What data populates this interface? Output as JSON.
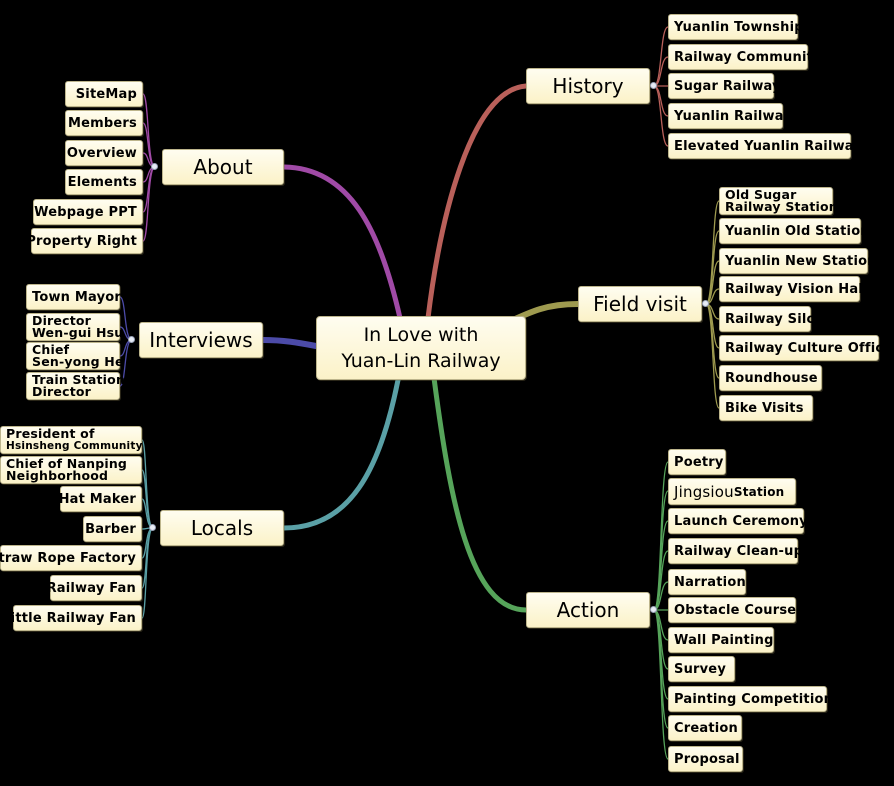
{
  "central": {
    "line1": "In Love with",
    "line2": "Yuan-Lin Railway"
  },
  "branches": {
    "history": {
      "label": "History",
      "color": "#b9605a",
      "items": [
        "Yuanlin Township",
        "Railway Community",
        "Sugar Railway",
        "Yuanlin Railway",
        "Elevated Yuanlin Railway"
      ]
    },
    "field_visit": {
      "label": "Field visit",
      "color": "#9e9a4f",
      "items": [
        {
          "line1": "Old Sugar",
          "line2": "Railway Station"
        },
        "Yuanlin Old Station",
        "Yuanlin New Station",
        "Railway Vision Hall",
        "Railway Silo",
        "Railway Culture Office",
        "Roundhouse",
        "Bike Visits"
      ]
    },
    "action": {
      "label": "Action",
      "color": "#56a45a",
      "items": [
        "Poetry",
        {
          "big": "Jingsiou",
          "small": " Station"
        },
        "Launch Ceremony",
        "Railway Clean-up",
        "Narration",
        "Obstacle Course",
        "Wall Painting",
        "Survey",
        "Painting Competition",
        "Creation",
        "Proposal"
      ]
    },
    "about": {
      "label": "About",
      "color": "#a04aa6",
      "items": [
        "SiteMap",
        "Members",
        "Overview",
        "Elements",
        "Webpage PPT",
        "Property Right"
      ]
    },
    "interviews": {
      "label": "Interviews",
      "color": "#4c4ba8",
      "items": [
        "Town Mayor",
        {
          "line1": "Director",
          "line2": "Wen-gui Hsu"
        },
        {
          "line1": "Chief",
          "line2": "Sen-yong He"
        },
        {
          "line1": "Train Station",
          "line2": "Director"
        }
      ]
    },
    "locals": {
      "label": "Locals",
      "color": "#5aa0a6",
      "items": [
        {
          "line1": "President of",
          "line2": "Hsinsheng Community"
        },
        {
          "line1": "Chief of Nanping",
          "line2": "Neighborhood"
        },
        "Hat Maker",
        "Barber",
        "Straw Rope Factory",
        "Railway Fan",
        "Little Railway Fan"
      ]
    }
  }
}
